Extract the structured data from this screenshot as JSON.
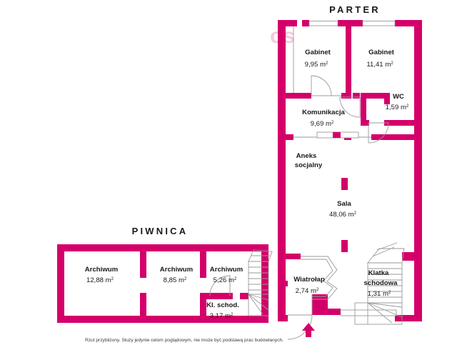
{
  "document": {
    "type": "floor-plan",
    "disclaimer": "Rzut przybliżony. Służy jedynie celom poglądowym, nie może być podstawą prac budowlanych.",
    "wall_color": "#d4006a",
    "line_color": "#9a9a9a",
    "text_color": "#1a1a1a",
    "background": "#ffffff",
    "watermark_text": "os"
  },
  "floors": {
    "ground": {
      "title": "PARTER",
      "rooms": [
        {
          "name": "Gabinet",
          "area": "9,95",
          "unit": "m",
          "exp": "2"
        },
        {
          "name": "Gabinet",
          "area": "11,41",
          "unit": "m",
          "exp": "2"
        },
        {
          "name": "WC",
          "area": "1,59",
          "unit": "m",
          "exp": "2"
        },
        {
          "name": "Komunikacja",
          "area": "9,69",
          "unit": "m",
          "exp": "2"
        },
        {
          "name": "Aneks socjalny",
          "name_line1": "Aneks",
          "name_line2": "socjalny",
          "area": "",
          "unit": "",
          "exp": ""
        },
        {
          "name": "Sala",
          "area": "48,06",
          "unit": "m",
          "exp": "2"
        },
        {
          "name": "Wiatrołap",
          "area": "2,74",
          "unit": "m",
          "exp": "2"
        },
        {
          "name": "Klatka schodowa",
          "name_line1": "Klatka",
          "name_line2": "schodowa",
          "area": "1,31",
          "unit": "m",
          "exp": "2"
        }
      ]
    },
    "basement": {
      "title": "PIWNICA",
      "rooms": [
        {
          "name": "Archiwum",
          "area": "12,88",
          "unit": "m",
          "exp": "2"
        },
        {
          "name": "Archiwum",
          "area": "8,85",
          "unit": "m",
          "exp": "2"
        },
        {
          "name": "Archiwum",
          "area": "5,26",
          "unit": "m",
          "exp": "2"
        },
        {
          "name": "Kl. schod.",
          "area": "3,17",
          "unit": "m",
          "exp": "2"
        }
      ]
    }
  },
  "annotations": {
    "entrance_marker": "entrance-arrow"
  }
}
